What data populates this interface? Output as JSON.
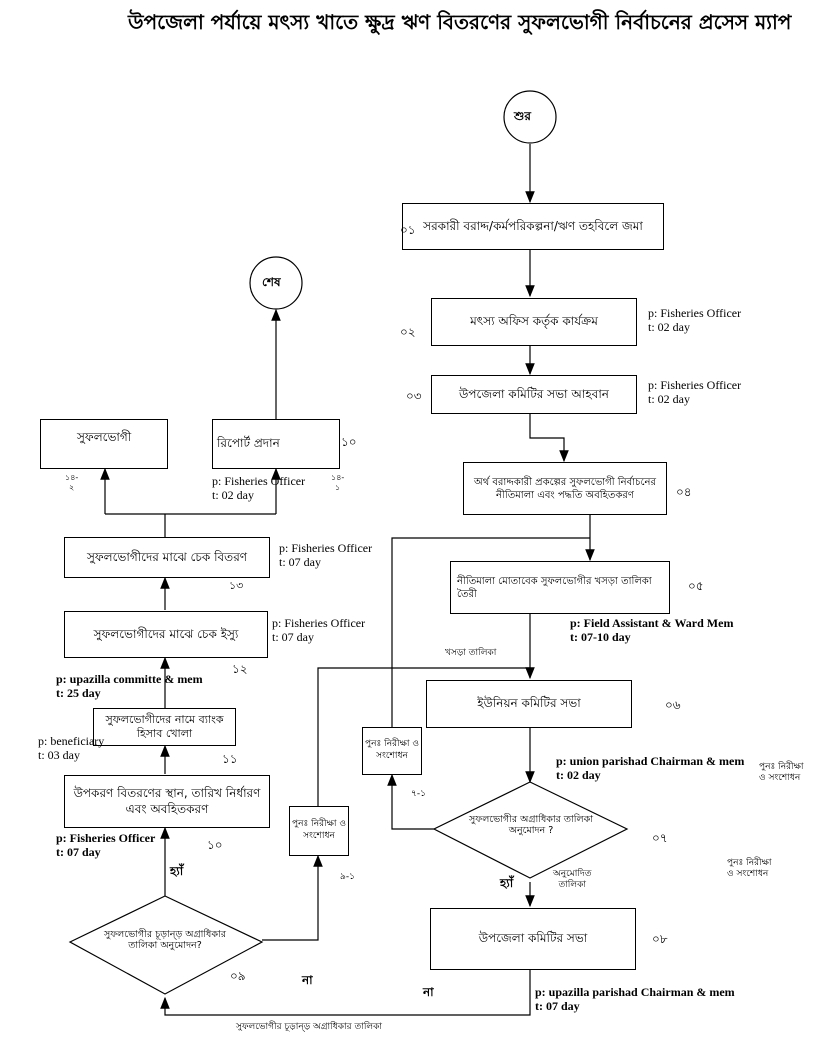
{
  "title": "উপজেলা পর্যায়ে মৎস্য খাতে ক্ষুদ্র ঋণ বিতরণের সুফলভোগী নির্বাচনের প্রসেস ম্যাপ",
  "nodes": {
    "start": "শুর",
    "end": "শেষ",
    "s01": "সরকারী বরাদ্দ/কর্মপরিকল্পনা/ঋণ তহবিলে জমা",
    "s02": "মৎস্য অফিস কর্তৃক কার্যক্রম",
    "s03": "উপজেলা কমিটির সভা আহবান",
    "s04": "অর্থ বরাদ্দকারী প্রকল্পের সুফলভোগী নির্বাচনের নীতিমালা এবং পদ্ধতি অবহিতকরণ",
    "s05": "নীতিমালা মোতাবেক সুফলভোগীর খসড়া তালিকা তৈরী",
    "s06": "ইউনিয়ন কমিটির সভা",
    "d07": "সুফলভোগীর অগ্রাধিকার তালিকা অনুমোদন ?",
    "s08": "উপজেলা কমিটির সভা",
    "d09": "সুফলভোগীর চূড়ান্ড় অগ্রাধিকার তালিকা অনুমোদন?",
    "s10": "উপকরণ বিতরণের স্থান, তারিখ নির্ধারণ এবং অবহিতকরণ",
    "s11": "সুফলভোগীদের নামে ব্যাংক হিসাব খোলা",
    "s12": "সুফলভোগীদের মাঝে চেক ইস্যু",
    "s13": "সুফলভোগীদের মাঝে চেক বিতরণ",
    "s14_2": "সুফলভোগী",
    "s14_1": "রিপোর্ট প্রদান",
    "rev71": "পুনঃ নিরীক্ষা ও সংশোধন",
    "rev91": "পুনঃ নিরীক্ষা ও সংশোধন"
  },
  "numbers": {
    "n01": "০১",
    "n02": "০২",
    "n03": "০৩",
    "n04": "০৪",
    "n05": "০৫",
    "n06": "০৬",
    "n07": "০৭",
    "n08": "০৮",
    "n09": "০৯",
    "n10a": "১০",
    "n10b": "১০",
    "n11": "১১",
    "n12": "১২",
    "n13": "১৩",
    "n14_2": "১৪-\n২",
    "n14_1": "১৪-\n১",
    "n7_1": "৭-১",
    "n9_1": "৯-১"
  },
  "annotations": {
    "a02": "p: Fisheries Officer\nt: 02 day",
    "a03": "p: Fisheries Officer\nt: 02 day",
    "a05": "p: Field Assistant & Ward Mem\nt: 07-10 day",
    "a06": "p: union parishad Chairman & mem\nt: 02 day",
    "a08": "p: upazilla parishad Chairman & mem\nt: 07 day",
    "a10": "p: Fisheries Officer\nt: 07 day",
    "a11": "p: beneficiary\nt: 03 day",
    "a12top": "p: upazilla committe & mem\nt: 25 day",
    "a12": "p: Fisheries Officer\nt: 07 day",
    "a13": "p: Fisheries Officer\nt: 07 day",
    "a14": "p: Fisheries Officer\nt: 02 day"
  },
  "labels": {
    "draft_list": "খসড়া তালিকা",
    "approved": "অনুমোদিত\nতালিকা",
    "yes07": "হ্যাঁ",
    "yes09": "হ্যাঁ",
    "no09": "না",
    "no08": "না",
    "rev_right1": "পুনঃ নিরীক্ষা\nও সংশোধন",
    "rev_right2": "পুনঃ নিরীক্ষা\nও সংশোধন",
    "final_list": "সুফলভোগীর চূড়ান্ড় অগ্রাধিকার তালিকা"
  }
}
